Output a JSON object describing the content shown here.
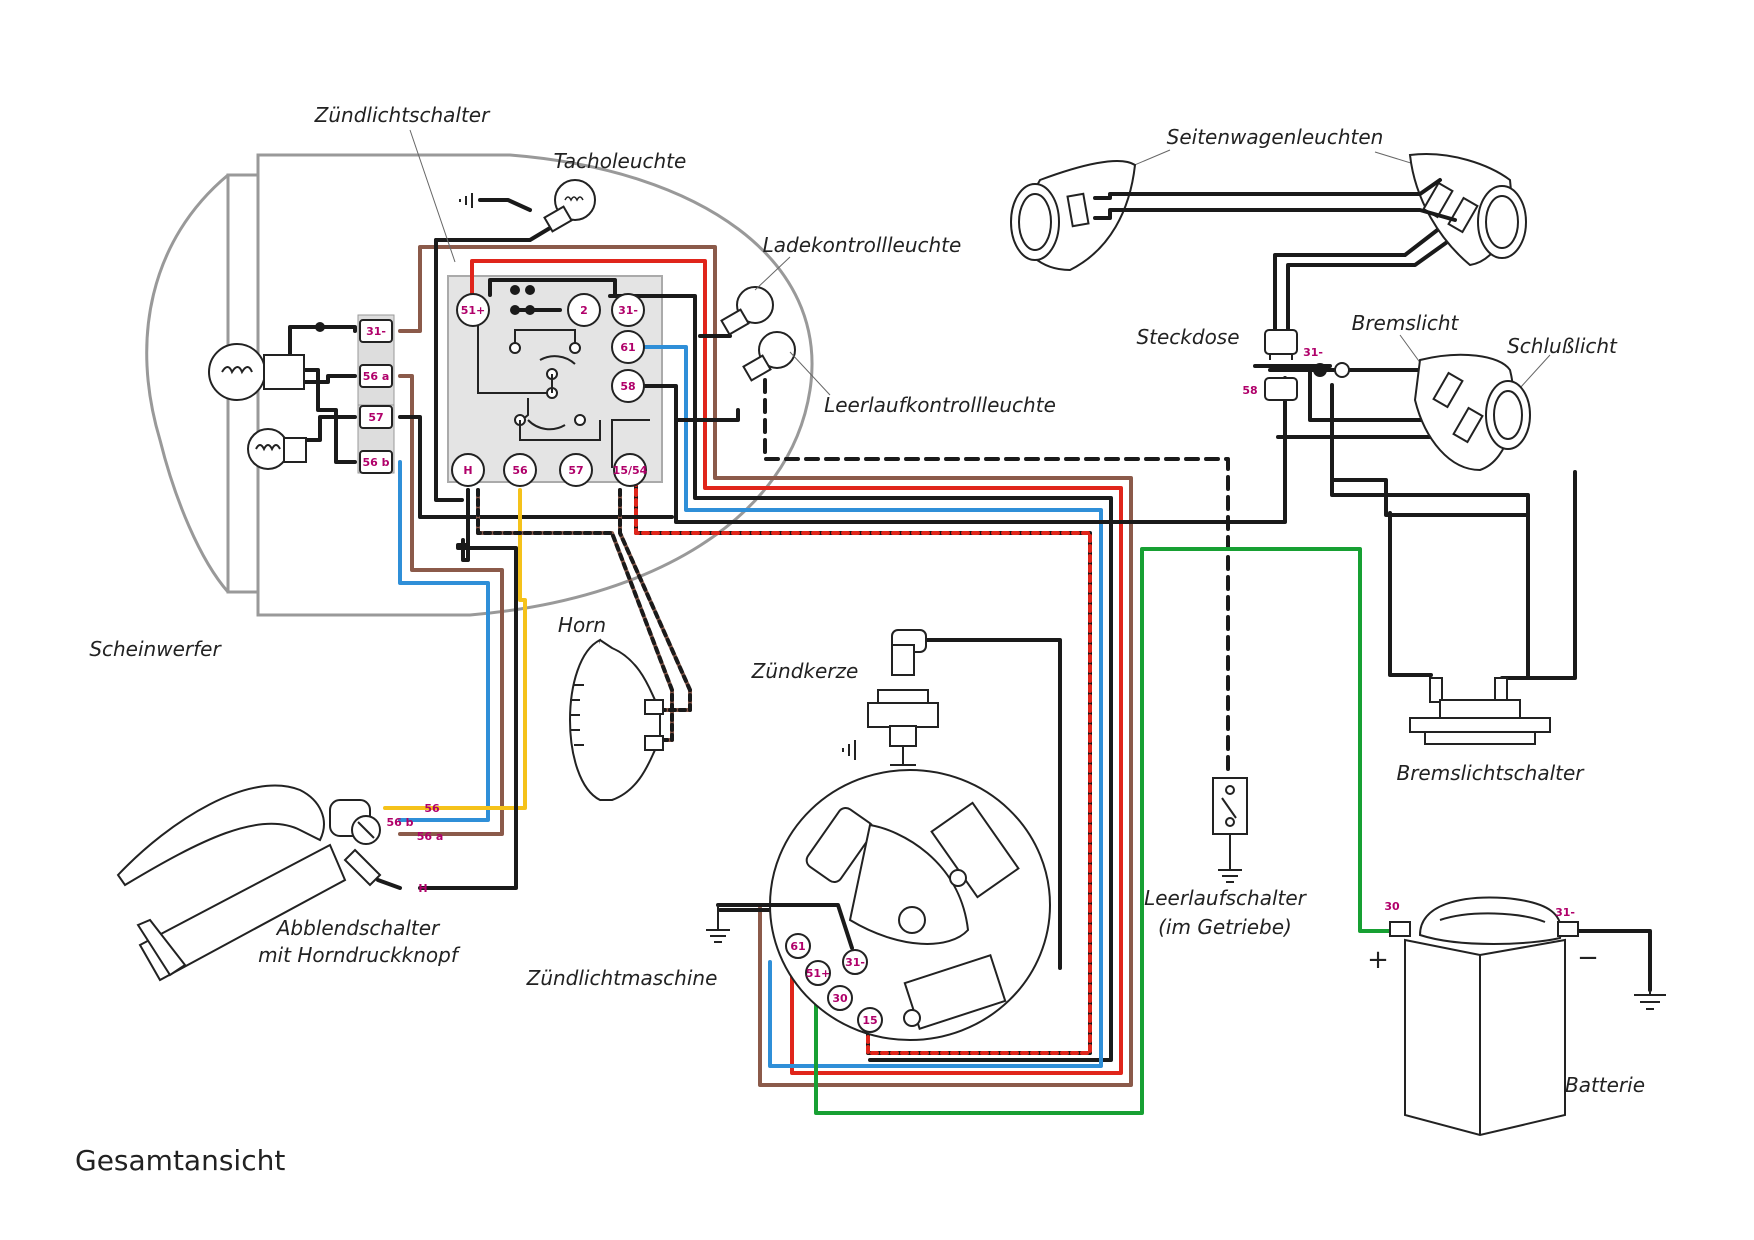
{
  "title": "Gesamtansicht",
  "labels": {
    "zuendlichtschalter": "Zündlichtschalter",
    "tacholeuchte": "Tacholeuchte",
    "ladekontrollleuchte": "Ladekontrollleuchte",
    "leerlaufkontrollleuchte": "Leerlaufkontrollleuchte",
    "scheinwerfer": "Scheinwerfer",
    "horn": "Horn",
    "zuendkerze": "Zündkerze",
    "abblendschalter_1": "Abblendschalter",
    "abblendschalter_2": "mit Horndruckknopf",
    "zuendlichtmaschine": "Zündlichtmaschine",
    "seitenwagenleuchten": "Seitenwagenleuchten",
    "steckdose": "Steckdose",
    "bremslicht": "Bremslicht",
    "schlusslicht": "Schlußlicht",
    "bremslichtschalter": "Bremslichtschalter",
    "leerlaufschalter_1": "Leerlaufschalter",
    "leerlaufschalter_2": "(im Getriebe)",
    "batterie": "Batterie"
  },
  "terminals": {
    "headlamp": [
      "31-",
      "56 a",
      "57",
      "56 b"
    ],
    "switch_top": [
      "51+",
      "2",
      "31-",
      "61",
      "58"
    ],
    "switch_bottom": [
      "H",
      "56",
      "57",
      "15/54"
    ],
    "dimmer": [
      "56",
      "56 b",
      "56 a",
      "H"
    ],
    "generator": [
      "61",
      "51+",
      "31-",
      "30",
      "15"
    ],
    "socket": [
      "31-",
      "58"
    ],
    "battery": [
      "30",
      "31-"
    ]
  },
  "battery_signs": {
    "plus": "+",
    "minus": "−"
  },
  "wire_colors": {
    "black": "#1a1a1a",
    "brown": "#8b5a4a",
    "red": "#e0251b",
    "blue": "#2f8fd8",
    "green": "#17a033",
    "yellow": "#f5c21a",
    "terminal_text": "#b0006a"
  }
}
